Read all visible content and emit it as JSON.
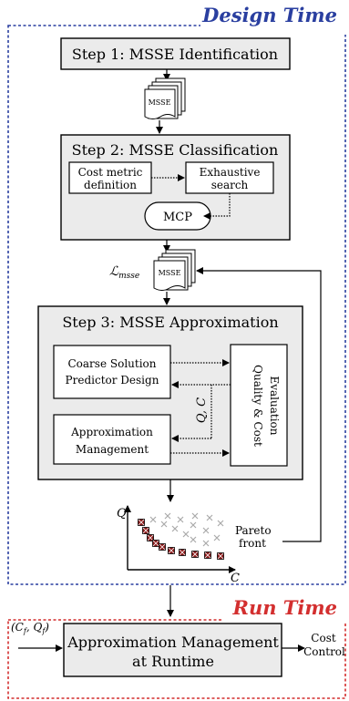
{
  "design_time": {
    "title": "Design Time",
    "color": "#2a3fa0"
  },
  "run_time": {
    "title": "Run Time",
    "color": "#d32f2f"
  },
  "step1": {
    "title": "Step 1: MSSE Identification"
  },
  "doc_stack_1": {
    "label": "MSSE"
  },
  "step2": {
    "title": "Step 2: MSSE Classification",
    "cost_metric": [
      "Cost metric",
      "definition"
    ],
    "exhaustive": [
      "Exhaustive",
      "search"
    ],
    "mcp": "MCP"
  },
  "doc_stack_2": {
    "label": "MSSE",
    "name": "ℒ",
    "name_sub": "msse"
  },
  "step3": {
    "title": "Step 3: MSSE Approximation",
    "coarse": [
      "Coarse Solution",
      "Predictor Design"
    ],
    "approx_mgmt": [
      "Approximation",
      "Management"
    ],
    "quality": [
      "Quality & Cost",
      "Evaluation"
    ],
    "qc_label": "Q, C"
  },
  "pareto": {
    "y_axis": "Q",
    "x_axis": "C",
    "label": [
      "Pareto",
      "front"
    ]
  },
  "runtime_block": {
    "lines": [
      "Approximation Management",
      "at Runtime"
    ],
    "input": "(C_f, Q_f)",
    "input_parts": {
      "open": "(C",
      "sub1": "f",
      "mid": ", Q",
      "sub2": "f",
      "close": ")"
    },
    "output": [
      "Cost",
      "Control"
    ]
  },
  "colors": {
    "box_fill": "#ebebeb",
    "pareto_fill": "#8b1a1a",
    "cross": "#aaaaaa"
  }
}
